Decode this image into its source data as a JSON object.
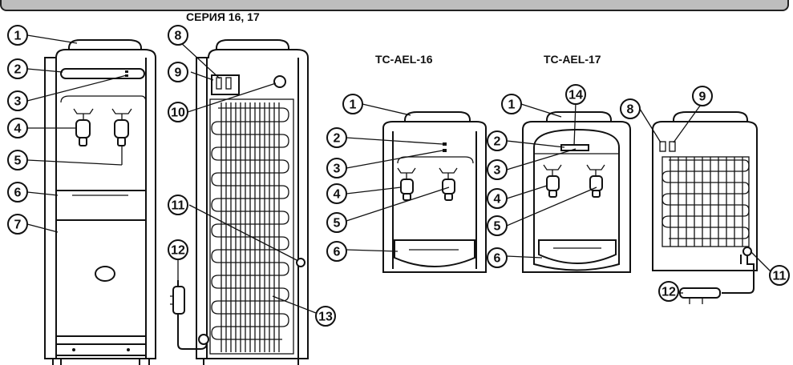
{
  "series_title": "СЕРИЯ 16, 17",
  "model_a": "TC-AEL-16",
  "model_b": "TC-AEL-17",
  "callouts": {
    "floor_front": [
      "1",
      "2",
      "3",
      "4",
      "5",
      "6",
      "7"
    ],
    "floor_back": [
      "8",
      "9",
      "10",
      "11",
      "12",
      "13"
    ],
    "tc16": [
      "1",
      "2",
      "3",
      "4",
      "5",
      "6"
    ],
    "tc17": [
      "1",
      "14",
      "2",
      "3",
      "4",
      "5",
      "6"
    ],
    "tc17_back": [
      "8",
      "9",
      "11",
      "12"
    ]
  }
}
